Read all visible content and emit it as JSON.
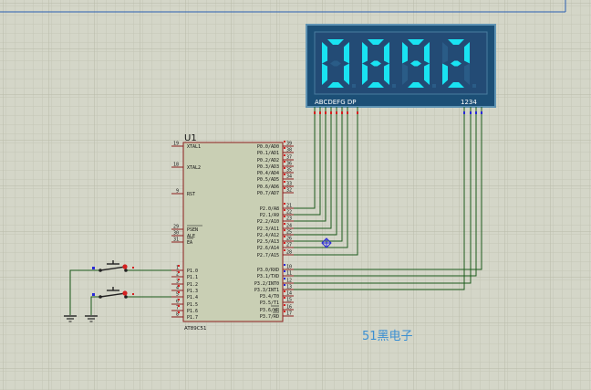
{
  "chip": {
    "ref": "U1",
    "part": "AT89C51",
    "left_pins": [
      {
        "num": "19",
        "name": "XTAL1"
      },
      {
        "num": "18",
        "name": "XTAL2"
      },
      {
        "num": "9",
        "name": "RST"
      },
      {
        "num": "29",
        "name": "PSEN"
      },
      {
        "num": "30",
        "name": "ALE"
      },
      {
        "num": "31",
        "name": "EA"
      },
      {
        "num": "1",
        "name": "P1.0"
      },
      {
        "num": "2",
        "name": "P1.1"
      },
      {
        "num": "3",
        "name": "P1.2"
      },
      {
        "num": "4",
        "name": "P1.3"
      },
      {
        "num": "5",
        "name": "P1.4"
      },
      {
        "num": "6",
        "name": "P1.5"
      },
      {
        "num": "7",
        "name": "P1.6"
      },
      {
        "num": "8",
        "name": "P1.7"
      }
    ],
    "right_pins": [
      {
        "num": "39",
        "name": "P0.0/AD0"
      },
      {
        "num": "38",
        "name": "P0.1/AD1"
      },
      {
        "num": "37",
        "name": "P0.2/AD2"
      },
      {
        "num": "36",
        "name": "P0.3/AD3"
      },
      {
        "num": "35",
        "name": "P0.4/AD4"
      },
      {
        "num": "34",
        "name": "P0.5/AD5"
      },
      {
        "num": "33",
        "name": "P0.6/AD6"
      },
      {
        "num": "32",
        "name": "P0.7/AD7"
      },
      {
        "num": "21",
        "name": "P2.0/A8"
      },
      {
        "num": "22",
        "name": "P2.1/A9"
      },
      {
        "num": "23",
        "name": "P2.2/A10"
      },
      {
        "num": "24",
        "name": "P2.3/A11"
      },
      {
        "num": "25",
        "name": "P2.4/A12"
      },
      {
        "num": "26",
        "name": "P2.5/A13"
      },
      {
        "num": "27",
        "name": "P2.6/A14"
      },
      {
        "num": "28",
        "name": "P2.7/A15"
      },
      {
        "num": "10",
        "name": "P3.0/RXD"
      },
      {
        "num": "11",
        "name": "P3.1/TXD"
      },
      {
        "num": "12",
        "name": "P3.2/INT0"
      },
      {
        "num": "13",
        "name": "P3.3/INT1"
      },
      {
        "num": "14",
        "name": "P3.4/T0"
      },
      {
        "num": "15",
        "name": "P3.5/T1"
      },
      {
        "num": "16",
        "name": "P3.6/WR"
      },
      {
        "num": "17",
        "name": "P3.7/RD"
      }
    ]
  },
  "display": {
    "digits": [
      "0",
      "8",
      "9",
      "2"
    ],
    "segment_label": "ABCDEFG DP",
    "digit_label": "1234",
    "lit_color": "#19e3f2",
    "body_color": "#1c4f76"
  },
  "watermark": "51黑电子",
  "colors": {
    "wire": "#1b5b1b",
    "chip_fill": "#c9cfb4",
    "chip_border": "#8c1d1d",
    "pin_red": "#d42020",
    "pin_blue": "#2828d8",
    "watermark": "#3b8fd2"
  }
}
